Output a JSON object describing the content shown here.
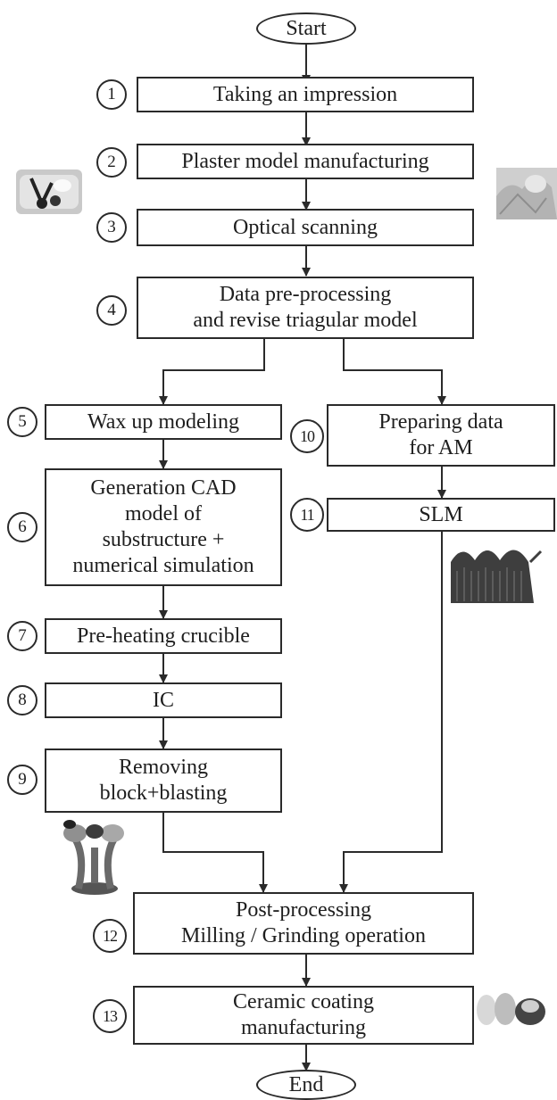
{
  "terminals": {
    "start": "Start",
    "end": "End"
  },
  "steps": [
    {
      "num": "1",
      "label": "Taking an impression"
    },
    {
      "num": "2",
      "label": "Plaster model manufacturing"
    },
    {
      "num": "3",
      "label": "Optical scanning"
    },
    {
      "num": "4",
      "label": "Data pre-processing\nand revise triagular model"
    },
    {
      "num": "5",
      "label": "Wax up modeling"
    },
    {
      "num": "6",
      "label": "Generation CAD\nmodel of\nsubstructure +\nnumerical simulation"
    },
    {
      "num": "7",
      "label": "Pre-heating crucible"
    },
    {
      "num": "8",
      "label": "IC"
    },
    {
      "num": "9",
      "label": "Removing\nblock+blasting"
    },
    {
      "num": "10",
      "label": "Preparing data\nfor AM"
    },
    {
      "num": "11",
      "label": "SLM"
    },
    {
      "num": "12",
      "label": "Post-processing\nMilling / Grinding operation"
    },
    {
      "num": "13",
      "label": "Ceramic coating\nmanufacturing"
    }
  ]
}
